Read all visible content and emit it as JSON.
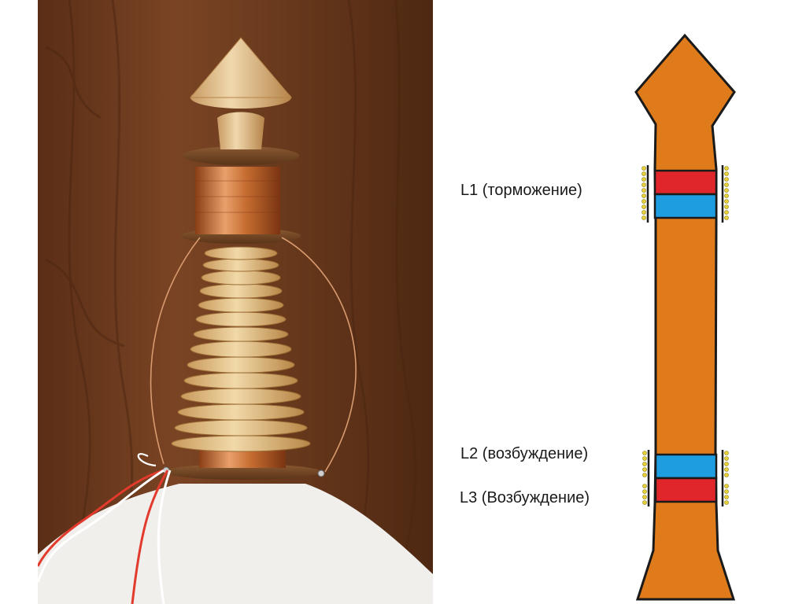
{
  "labels": {
    "l1": "L1 (торможение)",
    "l2": "L2 (возбуждение)",
    "l3": "L3 (Возбуждение)"
  },
  "colors": {
    "body": "#e07b1b",
    "outline": "#1a1a1a",
    "coil_red": "#e0262a",
    "coil_blue": "#1e9ee0",
    "bead_gold": "#e8d23a",
    "wood_bg": "#6b3a1e",
    "copper": "#c8702f",
    "pale_wood": "#e8c994",
    "felt": "#f1efec"
  }
}
